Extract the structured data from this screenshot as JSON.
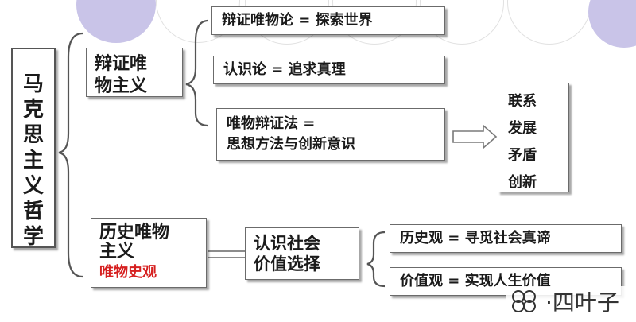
{
  "root": {
    "label": [
      "马",
      "克",
      "思",
      "主",
      "义",
      "哲",
      "学"
    ]
  },
  "dialectical_materialism": {
    "label_lines": [
      "辩证唯",
      "物主义"
    ],
    "branches": [
      "辩证唯物论 = 探索世界",
      "认识论 = 追求真理"
    ],
    "method_lines": [
      "唯物辩证法 =",
      "思想方法与创新意识"
    ],
    "method_items": [
      "联系",
      "发展",
      "矛盾",
      "创新"
    ]
  },
  "historical_materialism": {
    "label_lines": [
      "历史唯物",
      "主义"
    ],
    "sub_label": "唯物史观",
    "middle_lines": [
      "认识社会",
      "价值选择"
    ],
    "branches": [
      "历史观 = 寻觅社会真谛",
      "价值观 = 实现人生价值"
    ]
  },
  "watermark": {
    "text": "·四叶子"
  },
  "colors": {
    "accent_red": "#d62020",
    "decor_lavender": "#c9c4e8",
    "border": "#6b6b6b"
  }
}
